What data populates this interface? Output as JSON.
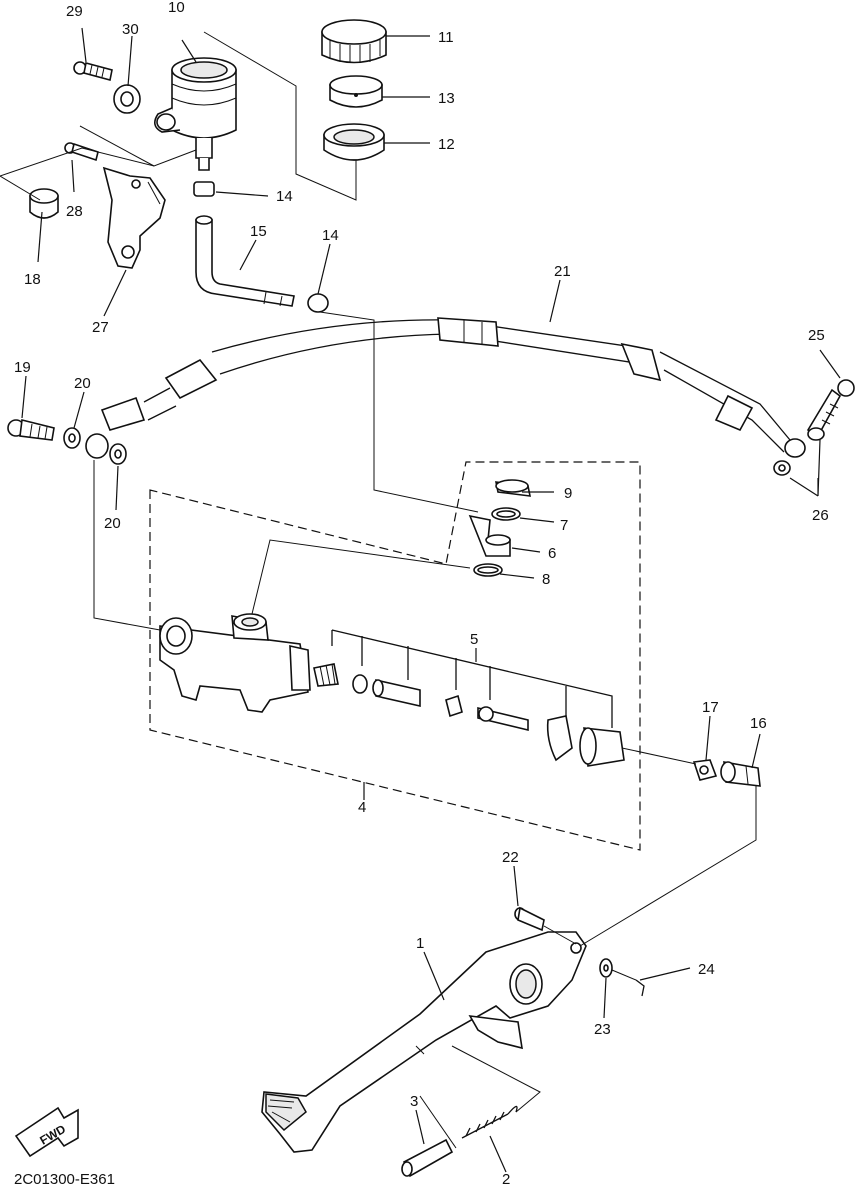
{
  "diagram_code": "2C01300-E361",
  "fwd_label": "FWD",
  "callouts": {
    "p1": "1",
    "p2": "2",
    "p3": "3",
    "p4": "4",
    "p5": "5",
    "p6": "6",
    "p7": "7",
    "p8": "8",
    "p9": "9",
    "p10": "10",
    "p11": "11",
    "p12": "12",
    "p13": "13",
    "p14a": "14",
    "p14b": "14",
    "p15": "15",
    "p16": "16",
    "p17": "17",
    "p18": "18",
    "p19": "19",
    "p20a": "20",
    "p20b": "20",
    "p21": "21",
    "p22": "22",
    "p23": "23",
    "p24": "24",
    "p25": "25",
    "p26": "26",
    "p27": "27",
    "p28": "28",
    "p29": "29",
    "p30": "30"
  }
}
